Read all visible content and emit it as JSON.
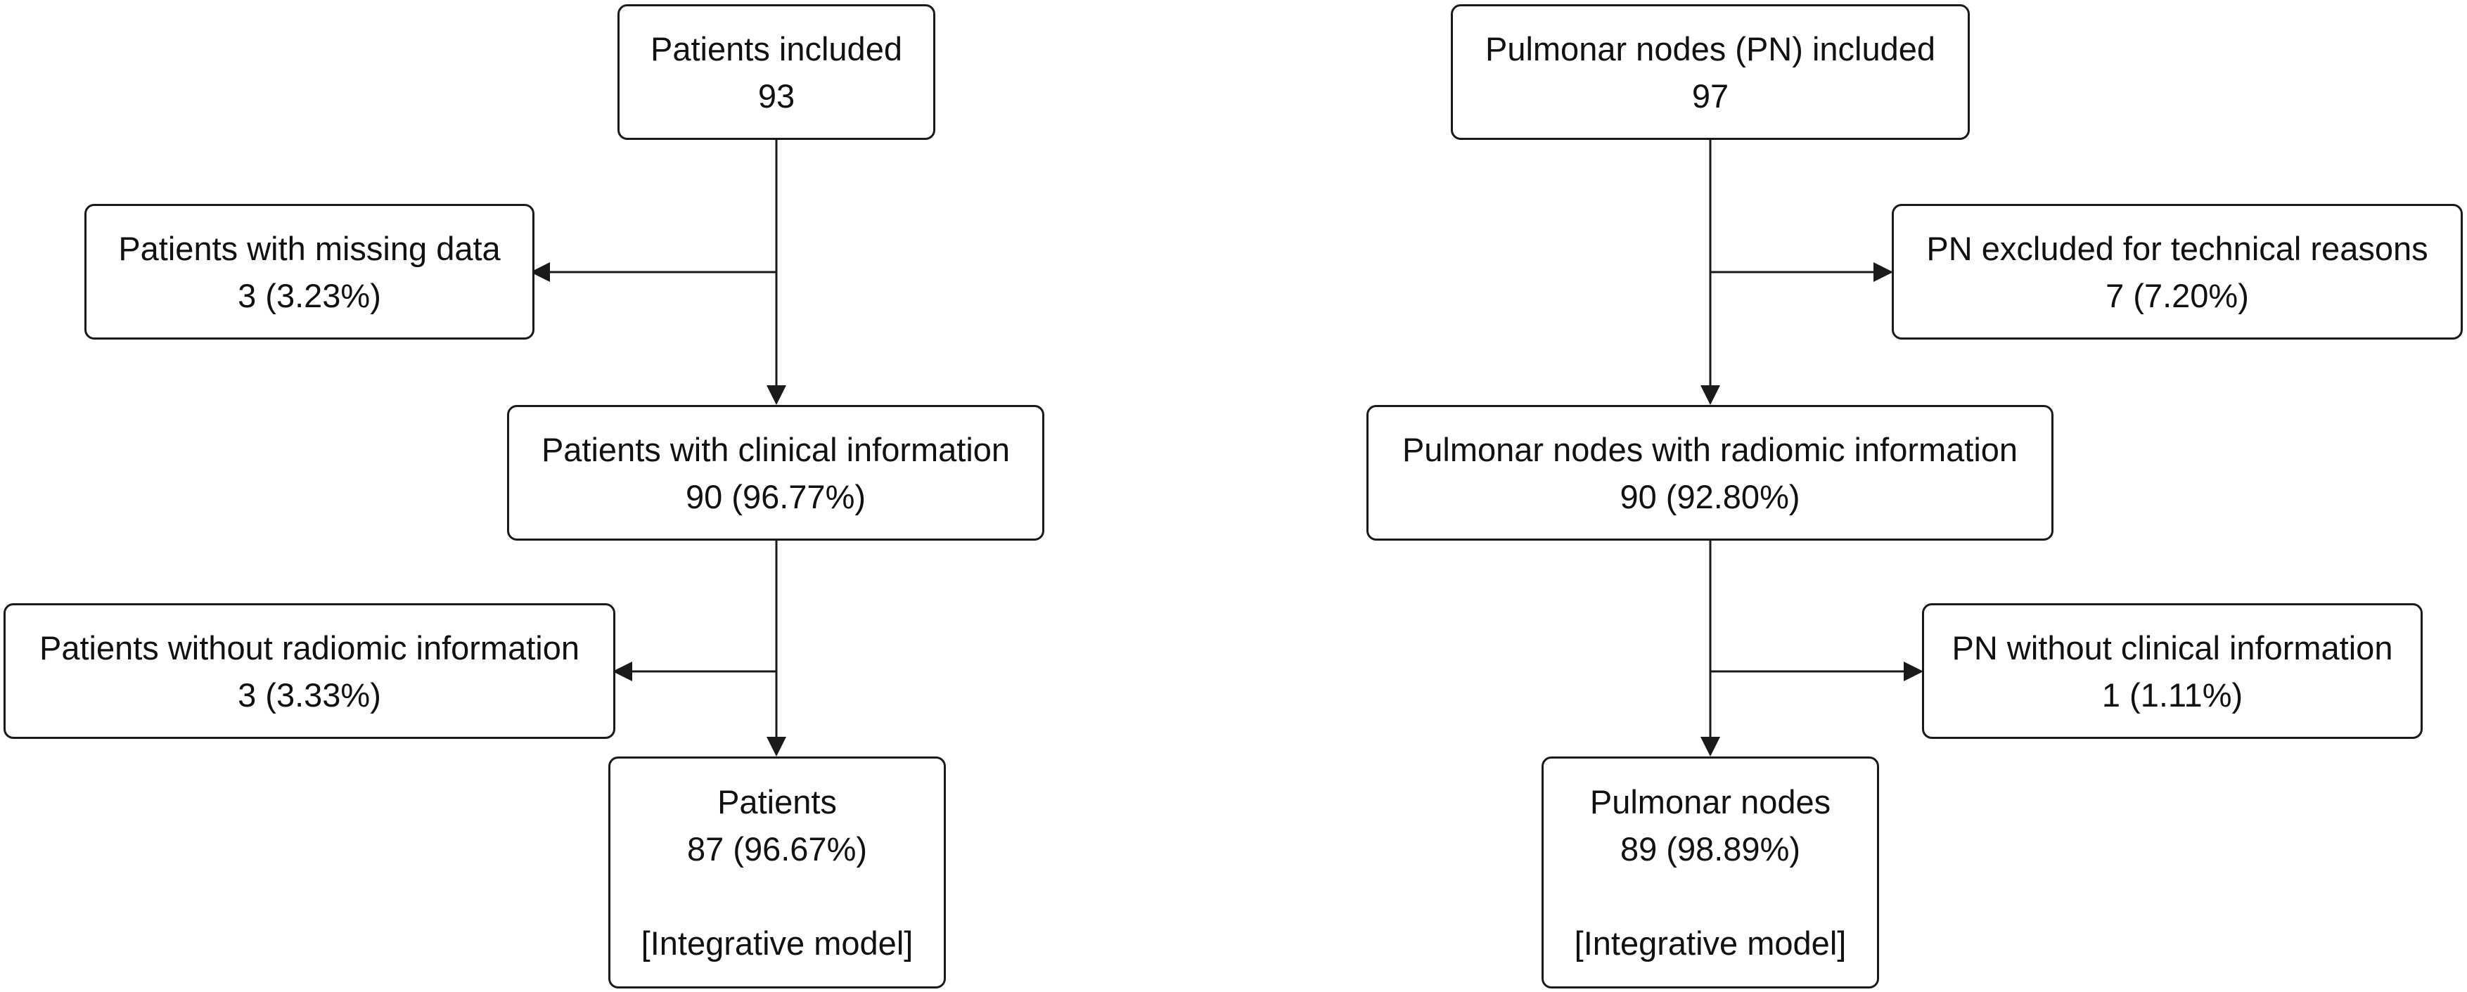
{
  "left_flow": {
    "included": {
      "title": "Patients included",
      "value": "93"
    },
    "excluded_1": {
      "title": "Patients with missing data",
      "value": "3 (3.23%)"
    },
    "step_2": {
      "title": "Patients with clinical information",
      "value": "90 (96.77%)"
    },
    "excluded_2": {
      "title": "Patients without radiomic information",
      "value": "3 (3.33%)"
    },
    "final": {
      "title": "Patients",
      "value": "87 (96.67%)",
      "note": "[Integrative model]"
    }
  },
  "right_flow": {
    "included": {
      "title": "Pulmonar nodes (PN) included",
      "value": "97"
    },
    "excluded_1": {
      "title": "PN excluded for technical reasons",
      "value": "7 (7.20%)"
    },
    "step_2": {
      "title": "Pulmonar nodes with radiomic information",
      "value": "90 (92.80%)"
    },
    "excluded_2": {
      "title": "PN without clinical information",
      "value": "1 (1.11%)"
    },
    "final": {
      "title": "Pulmonar nodes",
      "value": "89 (98.89%)",
      "note": "[Integrative model]"
    }
  }
}
